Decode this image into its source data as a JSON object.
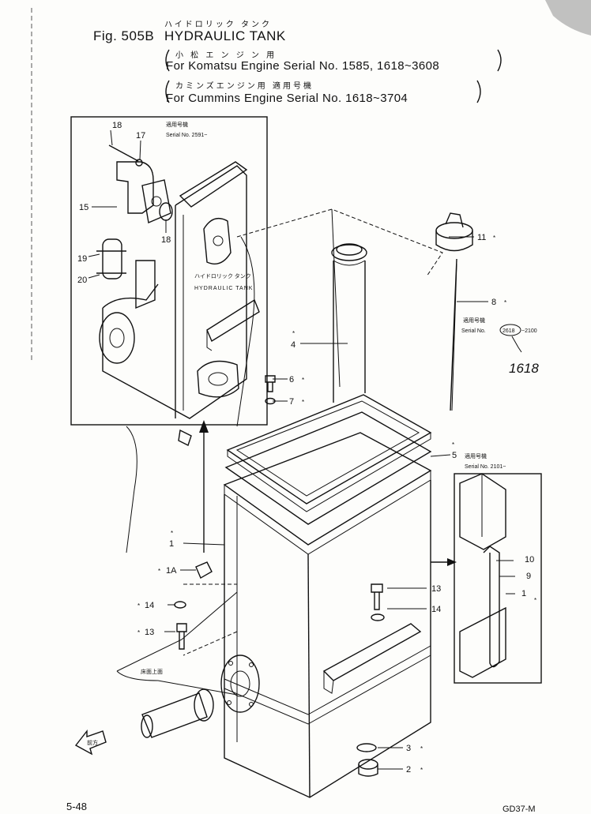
{
  "header": {
    "jp_title": "ハイドロリック タンク",
    "fig_label": "Fig. 505B",
    "title": "HYDRAULIC TANK",
    "jp_komatsu": "小 松 エ ン ジ ン 用",
    "komatsu_line": "For Komatsu Engine Serial No. 1585, 1618~3608",
    "jp_cummins": "カミンズエンジン用 適用号機",
    "cummins_line": "For Cummins Engine Serial No. 1618~3704"
  },
  "inset_left": {
    "jp_applicable": "適用号機",
    "serial": "Serial No. 2591~",
    "jp_tank": "ハイドロリック タンク",
    "tank": "HYDRAULIC TANK"
  },
  "inset_right": {
    "jp_applicable": "適用号機",
    "serial": "Serial No. 2101~"
  },
  "annotations": {
    "jp_applicable": "適用号機",
    "serial_prefix": "Serial No.",
    "serial_circled": "2618",
    "serial_suffix": "~2100",
    "handwritten": "1618",
    "jp_mount": "床面上面",
    "jp_front": "前方"
  },
  "parts": {
    "p18": "18",
    "p17": "17",
    "p15": "15",
    "p18b": "18",
    "p19": "19",
    "p20": "20",
    "p11": "11",
    "p8": "8",
    "p4": "4",
    "p6": "6",
    "p7": "7",
    "p5": "5",
    "p1": "1",
    "p1A": "1A",
    "p14": "14",
    "p13": "13",
    "p13b": "13",
    "p14b": "14",
    "p10": "10",
    "p9": "9",
    "p1b": "1",
    "p3": "3",
    "p2": "2"
  },
  "footer": {
    "page": "5-48",
    "model": "GD37-M"
  }
}
